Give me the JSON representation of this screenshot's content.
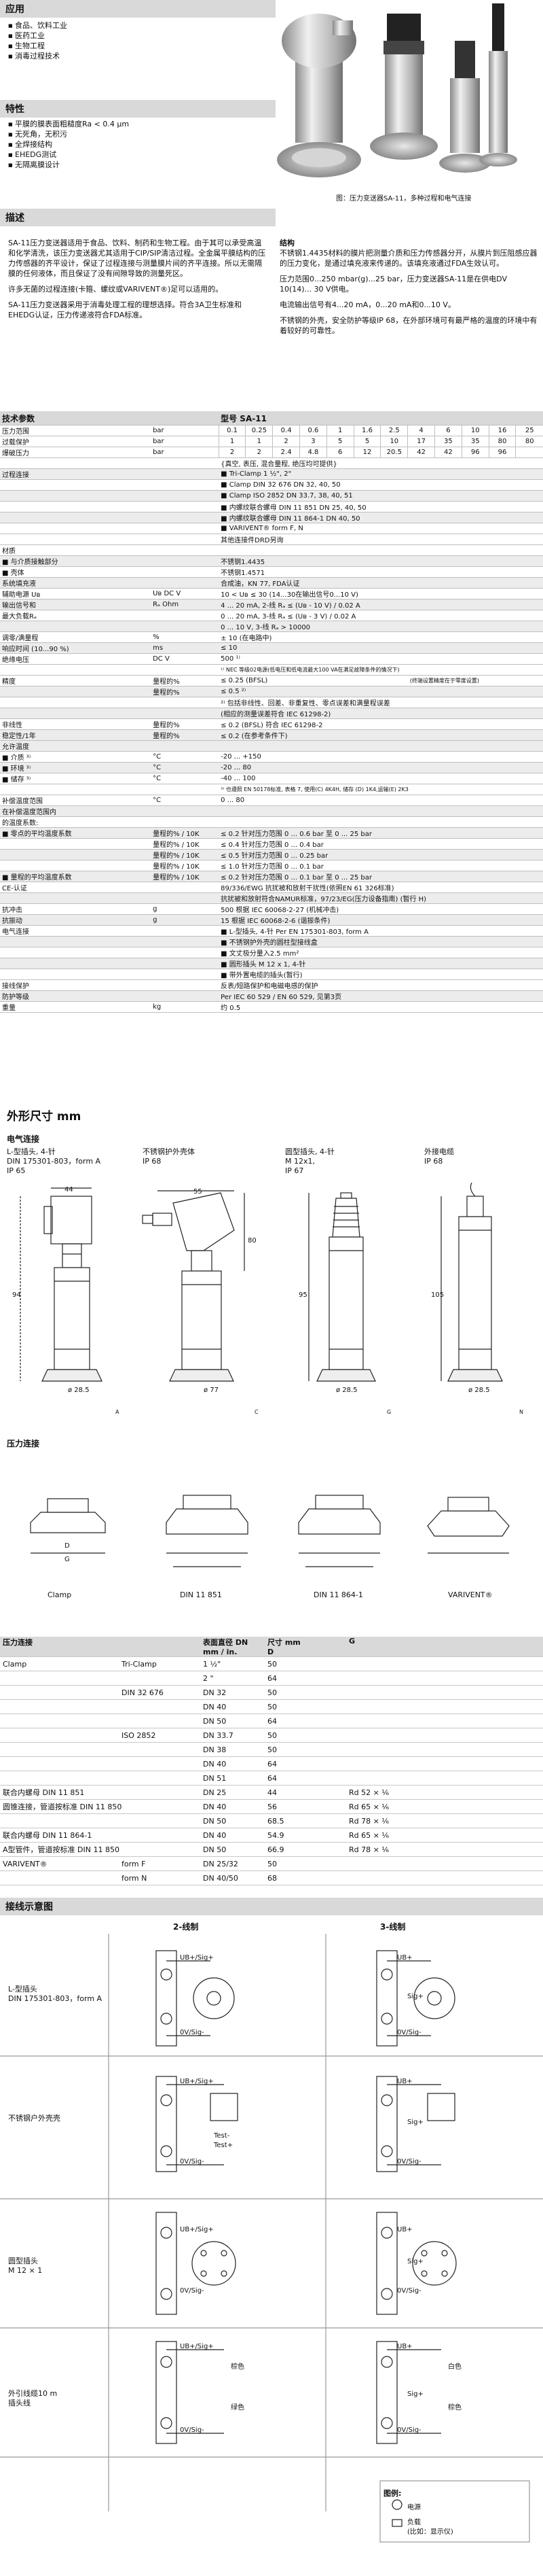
{
  "applications": {
    "title": "应用",
    "items": [
      "食品、饮料工业",
      "医药工业",
      "生物工程",
      "消毒过程技术"
    ]
  },
  "features": {
    "title": "特性",
    "items": [
      "平膜的膜表面粗糙度Ra < 0.4 µm",
      "无死角，无积污",
      "全焊接结构",
      "EHEDG测试",
      "无隔离膜设计"
    ]
  },
  "photo_caption": "图：压力变送器SA-11，多种过程和电气连接",
  "description": {
    "title": "描述",
    "left": [
      "SA-11压力变送器适用于食品、饮料、制药和生物工程。由于其可以承受高温和化学清洗，该压力变送器尤其适用于CIP/SIP清洁过程。全金属平膜结构的压力传感器的齐平设计，保证了过程连接与测量膜片间的齐平连接。所以无需隔膜的任何液体，而且保证了没有间隙导致的测量死区。",
      "许多无菌的过程连接(卡箍、螺纹或VARIVENT®)足可以适用的。",
      "SA-11压力变送器采用于消毒处理工程的理想选择。符合3A卫生标准和EHEDG认证，压力传递液符合FDA标准。"
    ],
    "right_heading": "结构",
    "right": [
      "不锈钢1.4435材料的膜片把测量介质和压力传感器分开，从膜片到压阻感应器的压力变化，是通过填充液来传递的。该填充液通过FDA生效认可。",
      "压力范围0...250 mbar(g)...25 bar，压力变送器SA-11是在供电DV 10(14)... 30 V供电。",
      "电流输出信号有4...20 mA，0...20 mA和0...10 V。",
      "不锈钢的外壳，安全防护等级IP 68，在外部环境可有最严格的温度的环境中有着较好的可靠性。"
    ]
  },
  "spec": {
    "title": "技术参数",
    "model_label": "型号 SA-11",
    "rows_ranges": [
      {
        "label": "压力范围",
        "unit": "bar",
        "vals": [
          "0.1",
          "0.25",
          "0.4",
          "0.6",
          "1",
          "1.6",
          "2.5",
          "4",
          "6",
          "10",
          "16",
          "25"
        ]
      },
      {
        "label": "过载保护",
        "unit": "bar",
        "vals": [
          "1",
          "1",
          "2",
          "3",
          "5",
          "5",
          "10",
          "17",
          "35",
          "35",
          "80",
          "80"
        ]
      },
      {
        "label": "爆破压力",
        "unit": "bar",
        "vals": [
          "2",
          "2",
          "2.4",
          "4.8",
          "6",
          "12",
          "20.5",
          "42",
          "42",
          "96",
          "96",
          ""
        ]
      }
    ],
    "range_note": "{真空, 表压, 混合量程, 绝压均可提供}",
    "process_conn_label": "过程连接",
    "process_conns": [
      "Tri-Clamp 1 ½\", 2\"",
      "Clamp DIN 32 676 DN 32, 40, 50",
      "Clamp ISO 2852 DN 33.7, 38, 40, 51",
      "内螺纹联合螺母 DIN 11 851 DN 25, 40, 50",
      "内螺纹联合螺母 DIN 11 864-1 DN 40, 50",
      "VARIVENT® form F, N"
    ],
    "process_conn_note": "其他连接件DRD另询",
    "rows": [
      {
        "label": "材质",
        "unit": "",
        "value": ""
      },
      {
        "label": "■ 与介质接触部分",
        "unit": "",
        "value": "不锈钢1.4435"
      },
      {
        "label": "■ 壳体",
        "unit": "",
        "value": "不锈钢1.4571"
      },
      {
        "label": "系统填充液",
        "unit": "",
        "value": "合成油，KN 77, FDA认证"
      },
      {
        "label": "辅助电源 Uв",
        "unit": "Uв DC V",
        "value": "10 < Uв ≤ 30 (14...30在输出信号0...10 V)"
      },
      {
        "label": "输出信号和",
        "unit": "Rₐ Ohm",
        "value": "4 ... 20 mA, 2-线      Rₐ ≤ (Uв - 10 V) / 0.02 A"
      },
      {
        "label": "最大负载Rₐ",
        "unit": "",
        "value": "0 ... 20 mA, 3-线      Rₐ ≤ (Uв - 3 V) / 0.02 A"
      },
      {
        "label": "",
        "unit": "",
        "value": "0 ... 10 V, 3-线      Rₐ > 10000"
      },
      {
        "label": "调零/满量程",
        "unit": "%",
        "value": "± 10 (在电路中)"
      },
      {
        "label": "响应时间 (10...90 %)",
        "unit": "ms",
        "value": "≤ 10"
      },
      {
        "label": "绝缘电压",
        "unit": "DC V",
        "value": "500 ¹⁾"
      }
    ],
    "note1": "¹⁾ NEC 等级02电源(低电压和低电流最大100 VA在满足故障条件的情况下)",
    "accuracy_rows": [
      {
        "label": "精度",
        "unit": "量程的%",
        "value": "≤ 0.25 (BFSL)",
        "note": "(终端设置精度在于零度设置)"
      },
      {
        "label": "",
        "unit": "量程的%",
        "value": "≤ 0.5 ²⁾",
        "note": ""
      },
      {
        "label": "",
        "unit": "",
        "value": "²⁾ 包括非线性、回差、非重复性、零点误差和满量程误差",
        "note": ""
      },
      {
        "label": "",
        "unit": "",
        "value": "(相应的测量误差符合 IEC 61298-2)",
        "note": ""
      },
      {
        "label": "非线性",
        "unit": "量程的%",
        "value": "≤ 0.2 (BFSL) 符合 IEC 61298-2",
        "note": ""
      },
      {
        "label": "稳定性/1年",
        "unit": "量程的%",
        "value": "≤ 0.2 (在参考条件下)",
        "note": ""
      }
    ],
    "temp_label": "允许温度",
    "temp_rows": [
      {
        "label": "■ 介质 ³⁾",
        "unit": "°C",
        "value": "-20 ... +150"
      },
      {
        "label": "■ 环境 ³⁾",
        "unit": "°C",
        "value": "-20 ... 80"
      },
      {
        "label": "■ 储存 ³⁾",
        "unit": "°C",
        "value": "-40 ... 100"
      }
    ],
    "note3": "³⁾ 也遵照 EN 50178标准, 表格 7, 使用(C) 4K4H, 储存 (D) 1K4,运输(E) 2K3",
    "comp_rows": [
      {
        "label": "补偿温度范围",
        "unit": "°C",
        "value": "0 ... 80"
      },
      {
        "label": "在补偿温度范围内",
        "unit": "",
        "value": ""
      },
      {
        "label": "的温度系数:",
        "unit": "",
        "value": ""
      },
      {
        "label": "■ 零点的平均温度系数",
        "unit": "量程的% / 10K",
        "value": "≤ 0.2   针对压力范围 0 ... 0.6 bar 至 0 ... 25 bar"
      },
      {
        "label": "",
        "unit": "量程的% / 10K",
        "value": "≤ 0.4   针对压力范围 0 ... 0.4 bar"
      },
      {
        "label": "",
        "unit": "量程的% / 10K",
        "value": "≤ 0.5   针对压力范围 0 ... 0.25 bar"
      },
      {
        "label": "",
        "unit": "量程的% / 10K",
        "value": "≤ 1.0   针对压力范围 0 ... 0.1 bar"
      },
      {
        "label": "■ 量程的平均温度系数",
        "unit": "量程的% / 10K",
        "value": "≤ 0.2   针对压力范围 0 ... 0.1 bar 至 0 ... 25 bar"
      }
    ],
    "ce_rows": [
      {
        "label": "CE-认证",
        "unit": "",
        "value": "89/336/EWG 抗扰被和放射干扰性(依照EN 61 326标准)"
      },
      {
        "label": "",
        "unit": "",
        "value": "抗扰被和放射符合NAMUR标准，97/23/EG(压力设备指南) (暂行 H)"
      },
      {
        "label": "抗冲击",
        "unit": "g",
        "value": "500 根据 IEC 60068-2-27 (机械冲击)"
      },
      {
        "label": "抗振动",
        "unit": "g",
        "value": "15 根据 IEC 60068-2-6 (谐振条件)"
      }
    ],
    "elec_label": "电气连接",
    "elec_items": [
      "L-型插头, 4-针 Per EN 175301-803, form A",
      "不锈钢护外壳的圆柱型接线盒",
      "文丈极分量入2.5 mm²",
      "圆形插头 M 12 x 1, 4-针",
      "带外置电缆的插头(暂行)"
    ],
    "tail_rows": [
      {
        "label": "接线保护",
        "unit": "",
        "value": "反表/短路保护和电磁电感的保护"
      },
      {
        "label": "防护等级",
        "unit": "",
        "value": "Per IEC 60 529 / EN 60 529, 见第3页"
      },
      {
        "label": "重量",
        "unit": "kg",
        "value": "约 0.5"
      }
    ]
  },
  "dims": {
    "title": "外形尺寸   mm",
    "elec_title": "电气连接",
    "items": [
      {
        "caption": "L-型插头, 4-针\nDIN 175301-803，form A\nIP 65",
        "d1": "44",
        "d2": "94",
        "d3": "ø 28.5"
      },
      {
        "caption": "不锈钢护外壳体\nIP 68",
        "d1": "55",
        "d2": "80",
        "d3": "ø 77"
      },
      {
        "caption": "圆型插头, 4-针\nM 12x1,\nIP 67",
        "d1": "95",
        "d2": "ø 28.5",
        "d3": ""
      },
      {
        "caption": "外接电缆\nIP 68",
        "d1": "105",
        "d2": "ø 28.5",
        "d3": ""
      }
    ],
    "dim_letters": [
      "A",
      "C",
      "G",
      "N"
    ],
    "pressure_title": "压力连接",
    "pressure_items": [
      "Clamp",
      "DIN 11 851",
      "DIN 11 864-1",
      "VARIVENT®"
    ],
    "pd_letters": [
      "D",
      "G"
    ]
  },
  "conn_table": {
    "header": [
      "压力连接",
      "表面直径 DN\nmm / in.",
      "尺寸 mm\nD",
      "G"
    ],
    "rows": [
      [
        "Clamp",
        "Tri-Clamp",
        "1 ½\"",
        "50",
        ""
      ],
      [
        "",
        "",
        "2 \"",
        "64",
        ""
      ],
      [
        "",
        "DIN 32 676",
        "DN 32",
        "50",
        ""
      ],
      [
        "",
        "",
        "DN 40",
        "50",
        ""
      ],
      [
        "",
        "",
        "DN 50",
        "64",
        ""
      ],
      [
        "",
        "ISO 2852",
        "DN 33.7",
        "50",
        ""
      ],
      [
        "",
        "",
        "DN 38",
        "50",
        ""
      ],
      [
        "",
        "",
        "DN 40",
        "64",
        ""
      ],
      [
        "",
        "",
        "DN 51",
        "64",
        ""
      ],
      [
        "联合内螺母 DIN 11 851",
        "",
        "DN 25",
        "44",
        "Rd 52 × ⅙"
      ],
      [
        "圆锥连接，管道按标准 DIN 11 850",
        "",
        "DN 40",
        "56",
        "Rd 65 × ⅙"
      ],
      [
        "",
        "",
        "DN 50",
        "68.5",
        "Rd 78 × ⅙"
      ],
      [
        "联合内螺母 DIN 11 864-1",
        "",
        "DN 40",
        "54.9",
        "Rd 65 × ⅙"
      ],
      [
        "A型管件，管道按标准 DIN 11 850",
        "",
        "DN 50",
        "66.9",
        "Rd 78 × ⅙"
      ],
      [
        "VARIVENT®",
        "form F",
        "DN 25/32",
        "50",
        ""
      ],
      [
        "",
        "form N",
        "DN 40/50",
        "68",
        ""
      ]
    ]
  },
  "wiring": {
    "title": "接线示意图",
    "col1": "2-线制",
    "col2": "3-线制",
    "rows": [
      {
        "label": "L-型插头\nDIN 175301-803，form A"
      },
      {
        "label": "不锈钢户外壳壳"
      },
      {
        "label": "圆型插头\nM 12 × 1"
      },
      {
        "label": "外引线缆10 m\n插头线"
      }
    ],
    "labels": {
      "ub": "UB+/Sig+",
      "ov": "0V/Sig-",
      "ub3": "UB+",
      "sig3": "Sig+",
      "ov3": "0V/Sig-",
      "test": "Test-",
      "test2": "Test+",
      "white": "白色",
      "brown": "棕色",
      "green": "绿色"
    },
    "legend_title": "图例:",
    "legend": [
      "电源",
      "负载",
      "(比如：显示仪)"
    ]
  }
}
